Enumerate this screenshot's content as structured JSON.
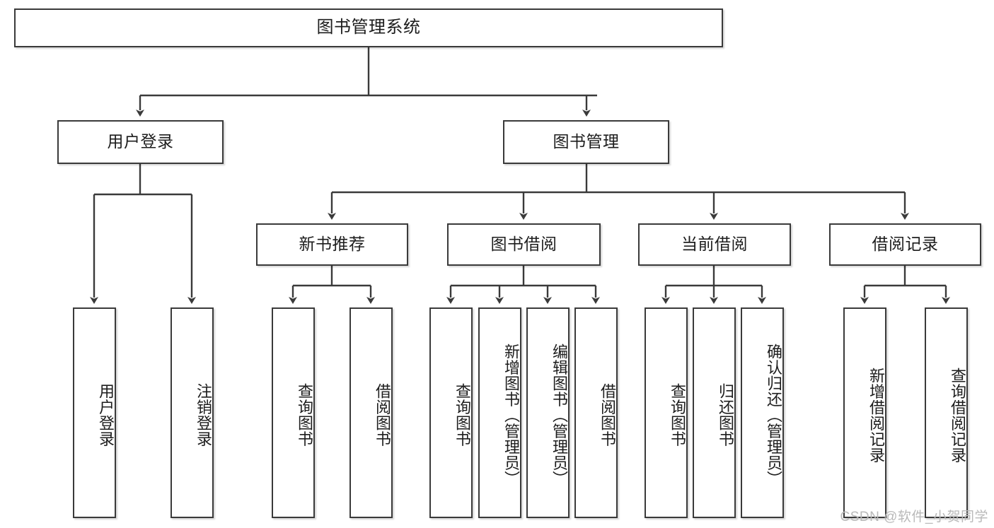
{
  "diagram": {
    "title": "图书管理系统",
    "type": "tree-hierarchy-chart",
    "root": {
      "id": "root",
      "label": "图书管理系统"
    },
    "level2": [
      {
        "id": "user-login",
        "label": "用户登录"
      },
      {
        "id": "book-manage",
        "label": "图书管理"
      }
    ],
    "level3": [
      {
        "id": "new-book-rec",
        "label": "新书推荐"
      },
      {
        "id": "book-borrow",
        "label": "图书借阅"
      },
      {
        "id": "current-borrow",
        "label": "当前借阅"
      },
      {
        "id": "borrow-record",
        "label": "借阅记录"
      }
    ],
    "leaves": {
      "user_login": [
        {
          "id": "leaf-user-login",
          "label": "用户登录"
        },
        {
          "id": "leaf-logout",
          "label": "注销登录"
        }
      ],
      "new_book_rec": [
        {
          "id": "leaf-query-book-1",
          "label": "查询图书"
        },
        {
          "id": "leaf-borrow-book-1",
          "label": "借阅图书"
        }
      ],
      "book_borrow": [
        {
          "id": "leaf-query-book-2",
          "label": "查询图书"
        },
        {
          "id": "leaf-add-book",
          "label": "新增图书（管理员）"
        },
        {
          "id": "leaf-edit-book",
          "label": "编辑图书（管理员）"
        },
        {
          "id": "leaf-borrow-book-2",
          "label": "借阅图书"
        }
      ],
      "current_borrow": [
        {
          "id": "leaf-query-book-3",
          "label": "查询图书"
        },
        {
          "id": "leaf-return-book",
          "label": "归还图书"
        },
        {
          "id": "leaf-confirm-return",
          "label": "确认归还（管理员）"
        }
      ],
      "borrow_record": [
        {
          "id": "leaf-add-record",
          "label": "新增借阅记录"
        },
        {
          "id": "leaf-query-record",
          "label": "查询借阅记录"
        }
      ]
    }
  },
  "watermark": {
    "text": "CSDN @软件_小贺同学"
  },
  "colors": {
    "box_border": "#3a3a3a",
    "box_fill": "#ffffff",
    "edge": "#3a3a3a",
    "text": "#1d1d1d",
    "watermark": "#b9b9b9",
    "background": "#ffffff"
  }
}
